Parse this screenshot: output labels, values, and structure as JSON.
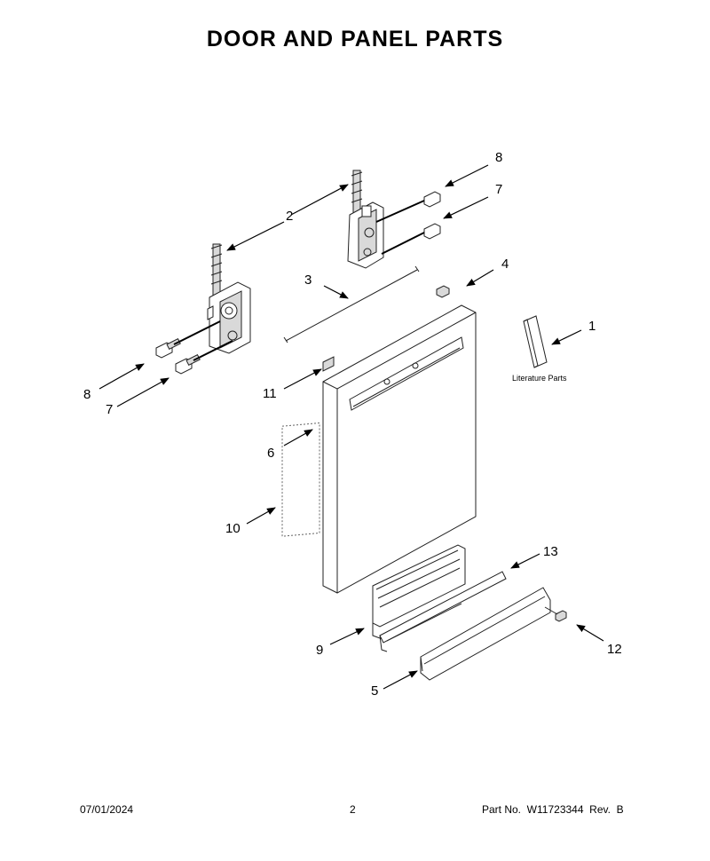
{
  "title": "DOOR AND PANEL PARTS",
  "callouts": {
    "c1": "1",
    "c2": "2",
    "c3": "3",
    "c4": "4",
    "c5": "5",
    "c6": "6",
    "c7a": "7",
    "c7b": "7",
    "c8a": "8",
    "c8b": "8",
    "c9": "9",
    "c10": "10",
    "c11": "11",
    "c12": "12",
    "c13": "13"
  },
  "literature_label": "Literature Parts",
  "footer": {
    "date": "07/01/2024",
    "page": "2",
    "part_no": "Part No.  W11723344  Rev.  B"
  }
}
